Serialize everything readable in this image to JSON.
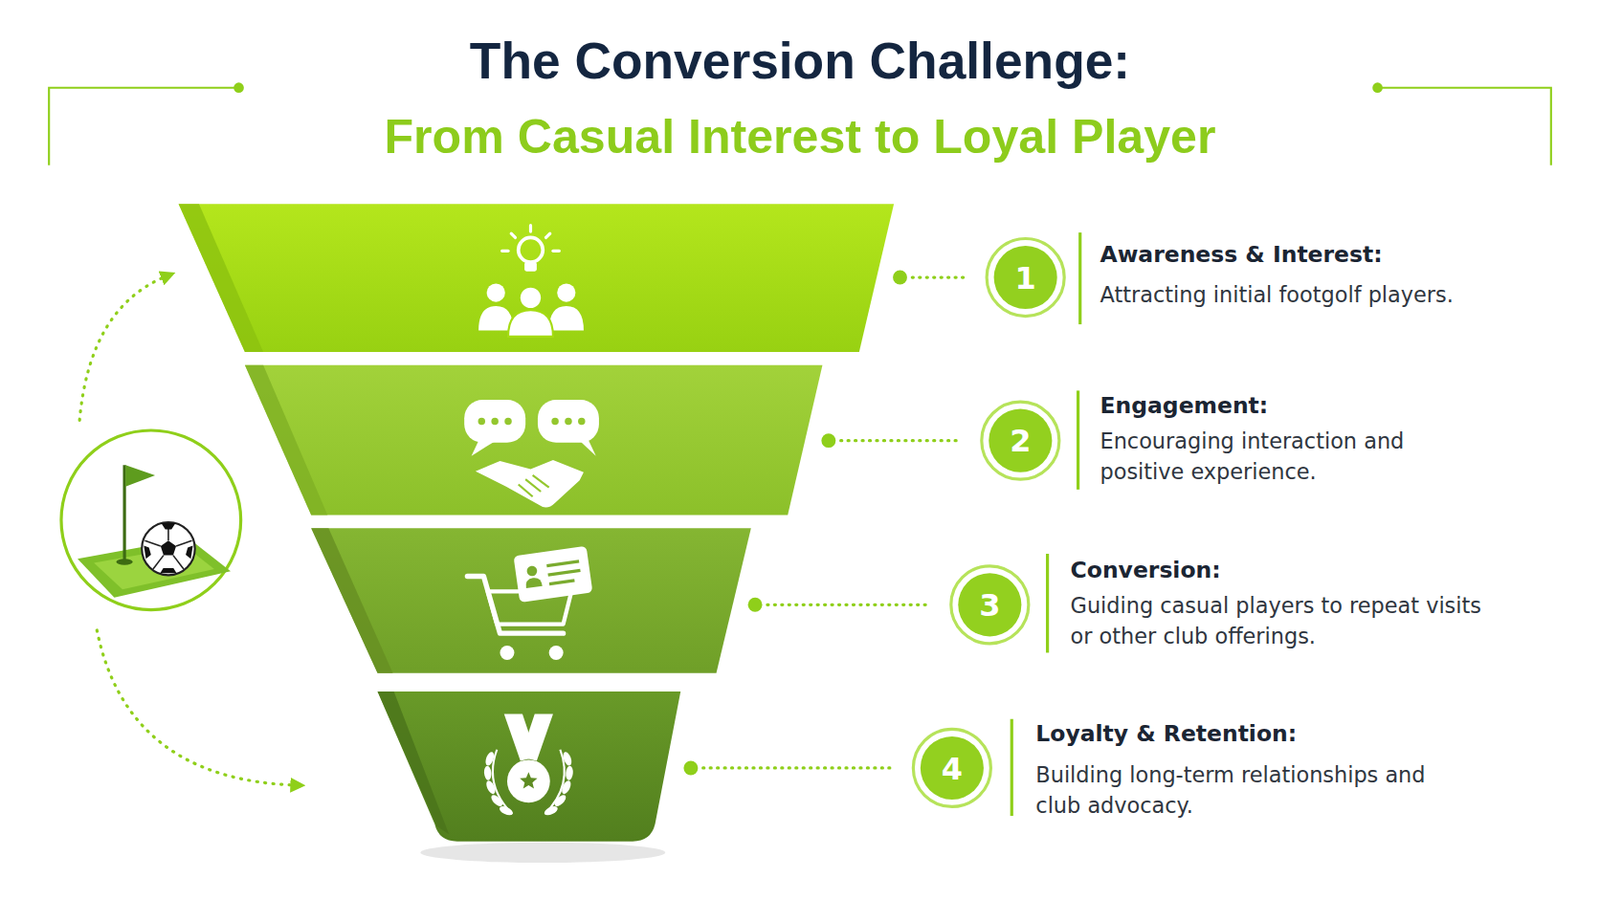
{
  "diagram": {
    "title": "The Conversion Challenge:",
    "nodes": [
      {
        "text": [
          "1",
          "Awareness & Interest:",
          "Attracting initial footgolf players."
        ]
      },
      {
        "text": [
          "2",
          "Engagement:",
          "Encouraging interaction and positive experience."
        ]
      },
      {
        "text": [
          "3",
          "Conversion:",
          "Guiding casual players to repeat visits or other club offerings."
        ]
      },
      {
        "text": [
          "4",
          "Loyalty & Retention:",
          "Building long-term relationships and club advocacy."
        ]
      }
    ],
    "labels": [
      "From Casual Interest to Loyal Player"
    ]
  }
}
